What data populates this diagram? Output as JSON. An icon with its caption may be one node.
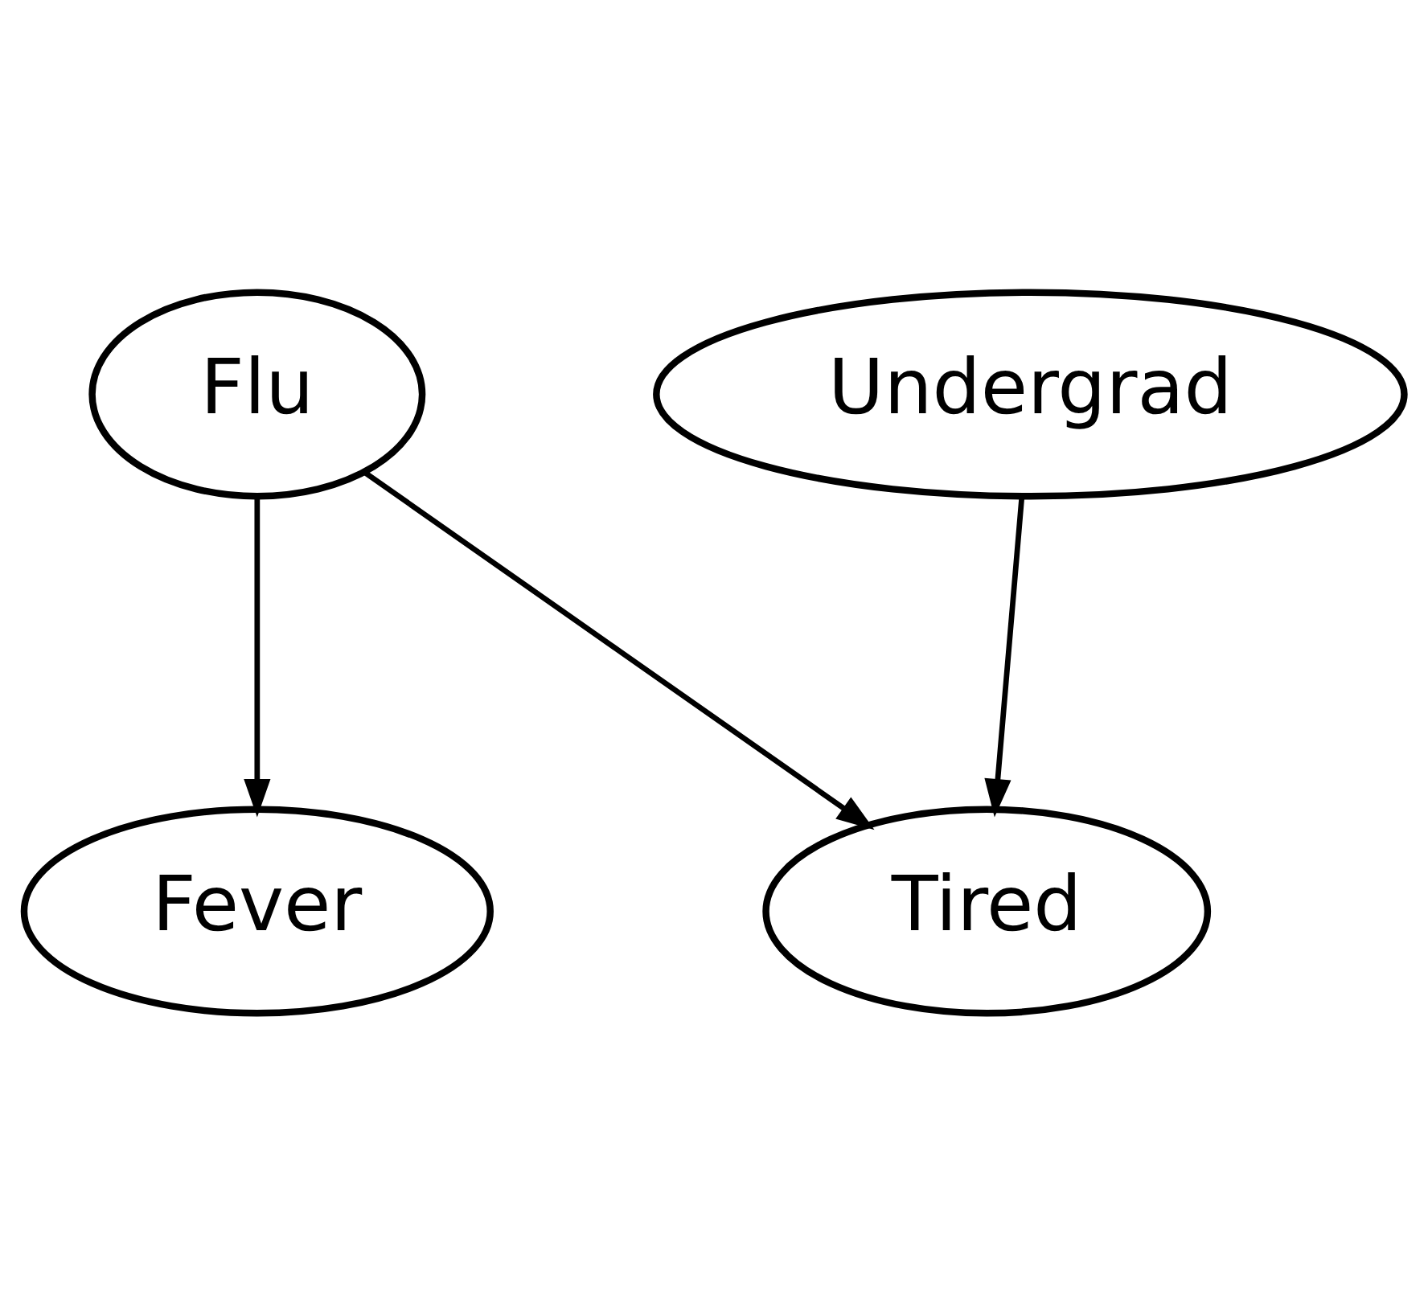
{
  "diagram": {
    "nodes": [
      {
        "text": [
          "Flu"
        ]
      },
      {
        "text": [
          "Undergrad"
        ]
      },
      {
        "text": [
          "Fever"
        ]
      },
      {
        "text": [
          "Tired"
        ]
      }
    ],
    "edges": [
      {
        "from": 0,
        "to": 2,
        "arrow": "to"
      },
      {
        "from": 0,
        "to": 3,
        "arrow": "to"
      },
      {
        "from": 1,
        "to": 3,
        "arrow": "to"
      }
    ]
  }
}
